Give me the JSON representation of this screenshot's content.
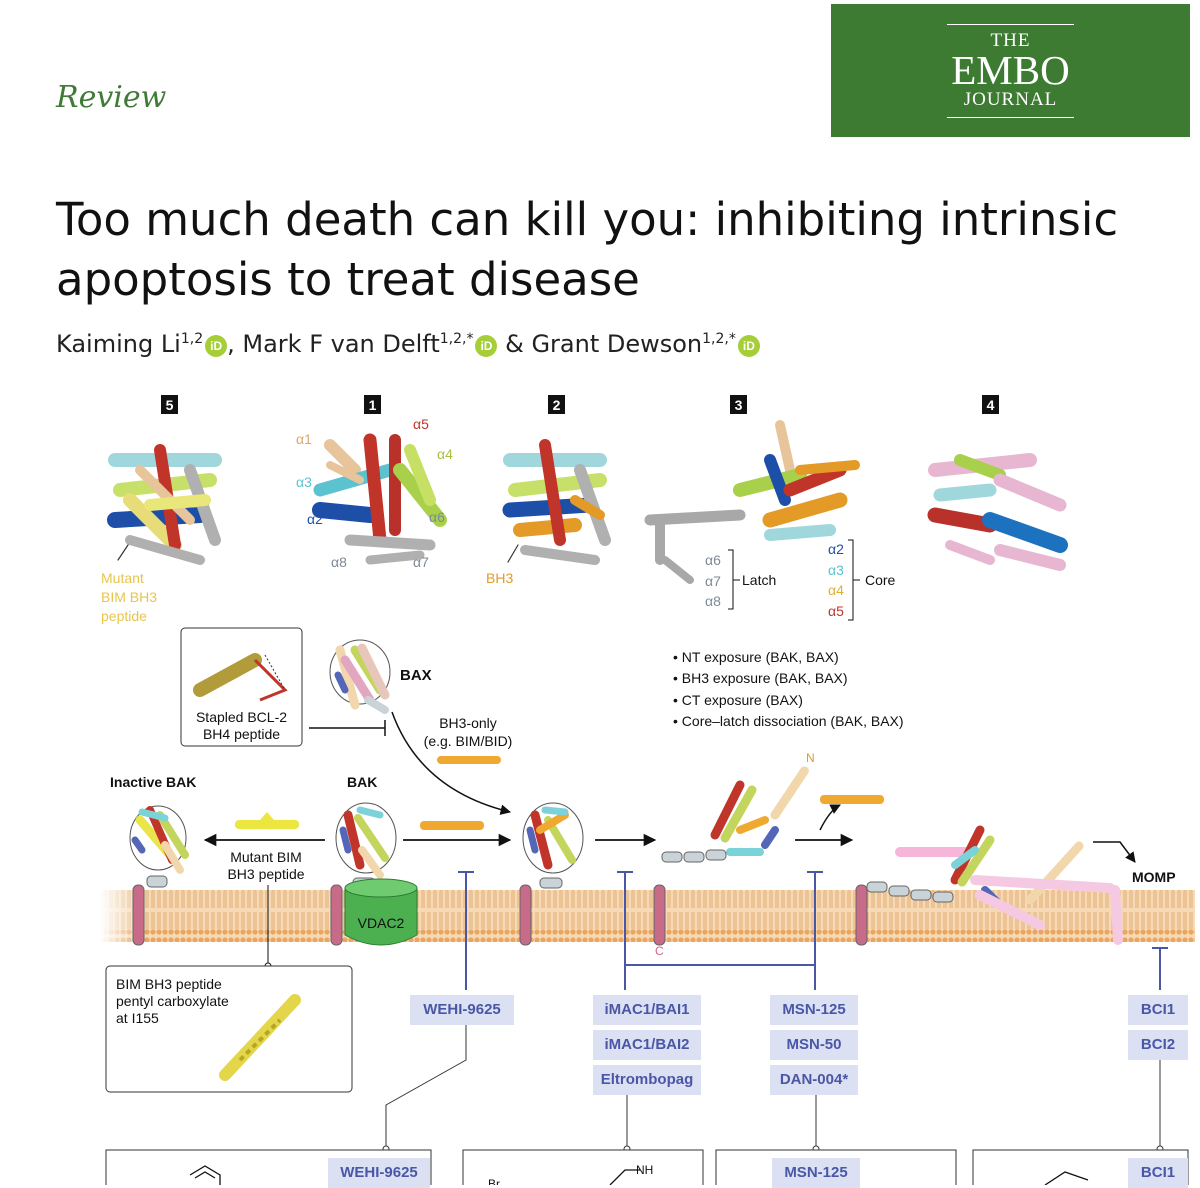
{
  "header": {
    "section_label": "Review",
    "journal_logo": {
      "line1": "THE",
      "line2": "EMBO",
      "line3": "JOURNAL"
    }
  },
  "article": {
    "title_line1": "Too much death can kill you: inhibiting intrinsic",
    "title_line2": "apoptosis to treat disease",
    "authors": [
      {
        "name": "Kaiming Li",
        "affil": "1,2",
        "sep": ", "
      },
      {
        "name": "Mark F van Delft",
        "affil": "1,2,*",
        "sep": " & "
      },
      {
        "name": "Grant Dewson",
        "affil": "1,2,*",
        "sep": ""
      }
    ],
    "orcid_label": "iD"
  },
  "figure": {
    "panel_numbers": [
      "5",
      "1",
      "2",
      "3",
      "4"
    ],
    "helix_labels_panel1": [
      "α1",
      "α5",
      "α4",
      "α3",
      "α2",
      "α6",
      "α8",
      "α7"
    ],
    "mutant_label": [
      "Mutant",
      "BIM BH3",
      "peptide"
    ],
    "bh3_label": "BH3",
    "latch_helices": [
      "α6",
      "α7",
      "α8"
    ],
    "latch_label": "Latch",
    "core_helices": [
      "α2",
      "α3",
      "α4",
      "α5"
    ],
    "core_label": "Core",
    "stapled_label": [
      "Stapled BCL-2",
      "BH4 peptide"
    ],
    "bax_label": "BAX",
    "bh3only_label": [
      "BH3-only",
      "(e.g. BIM/BID)"
    ],
    "exposure_list": [
      "• NT exposure (BAK, BAX)",
      "• BH3 exposure (BAK, BAX)",
      "• CT exposure (BAX)",
      "• Core–latch dissociation (BAK, BAX)"
    ],
    "inactive_bak_label": "Inactive BAK",
    "bak_label": "BAK",
    "mutant_bim_label": [
      "Mutant BIM",
      "BH3 peptide"
    ],
    "vdac2_label": "VDAC2",
    "n_label": "N",
    "c_label": "C",
    "momp_label": "MOMP",
    "bim_box_label": [
      "BIM BH3 peptide",
      "pentyl carboxylate",
      "at I155"
    ],
    "inhibitor_groups": [
      [
        "WEHI-9625"
      ],
      [
        "iMAC1/BAI1",
        "iMAC1/BAI2",
        "Eltrombopag"
      ],
      [
        "MSN-125",
        "MSN-50",
        "DAN-004*"
      ],
      [
        "BCI1",
        "BCI2"
      ]
    ],
    "structure_box_labels": [
      "WEHI-9625",
      "MSN-125",
      "BCI1"
    ],
    "chem_fragments": [
      "NH",
      "Br"
    ]
  },
  "colors": {
    "brand_green": "#3e7b32",
    "review_green": "#3f7b36",
    "inhibitor_bg": "#dbe0f3",
    "inhibitor_text": "#4a57a6",
    "membrane": "#f3c796"
  }
}
